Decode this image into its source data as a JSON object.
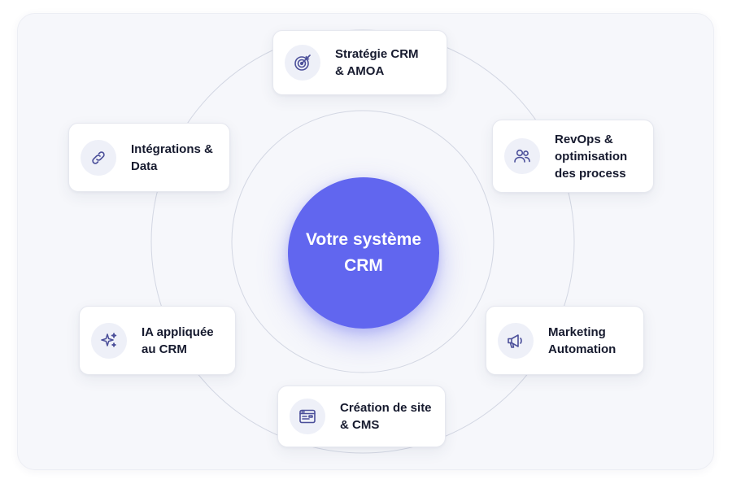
{
  "center": {
    "label": "Votre système CRM"
  },
  "nodes": [
    {
      "label": "Stratégie CRM\n& AMOA",
      "icon": "target-icon"
    },
    {
      "label": "RevOps &\noptimisation\ndes process",
      "icon": "users-icon"
    },
    {
      "label": "Marketing\nAutomation",
      "icon": "megaphone-icon"
    },
    {
      "label": "Création de site\n& CMS",
      "icon": "browser-window-icon"
    },
    {
      "label": "IA appliquée\nau CRM",
      "icon": "sparkles-icon"
    },
    {
      "label": "Intégrations &\nData",
      "icon": "link-icon"
    }
  ],
  "colors": {
    "accent": "#6166ef",
    "icon_stroke": "#4b4f9a",
    "icon_badge": "#eef0f8",
    "ring": "#d3d7e3",
    "panel": "#f6f7fb",
    "text": "#161a2e"
  }
}
